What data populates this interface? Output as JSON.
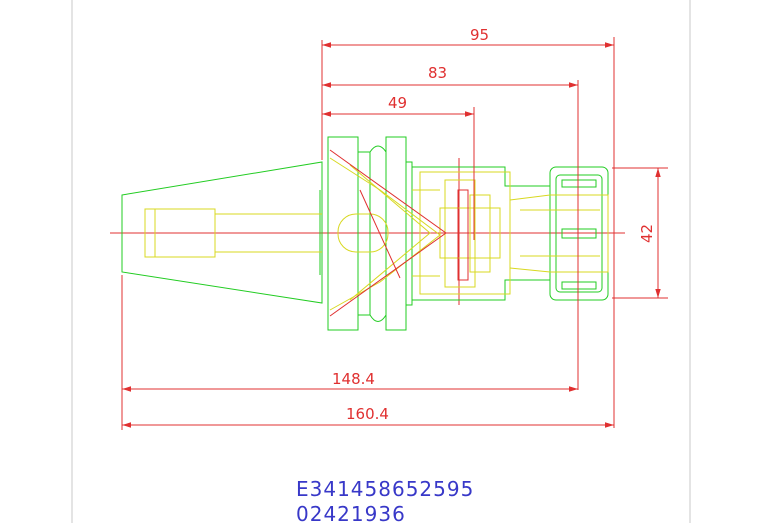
{
  "drawing": {
    "dimensions": {
      "d95": "95",
      "d83": "83",
      "d49": "49",
      "d42": "42",
      "d148": "148.4",
      "d160": "160.4"
    }
  },
  "footer": {
    "code_line_1": "E341458652595",
    "code_line_2": "02421936"
  },
  "colors": {
    "outline": "#22cc22",
    "inner": "#d8d820",
    "dimension": "#e03030",
    "code_text": "#3838c8",
    "frame": "#c8c8c8"
  }
}
